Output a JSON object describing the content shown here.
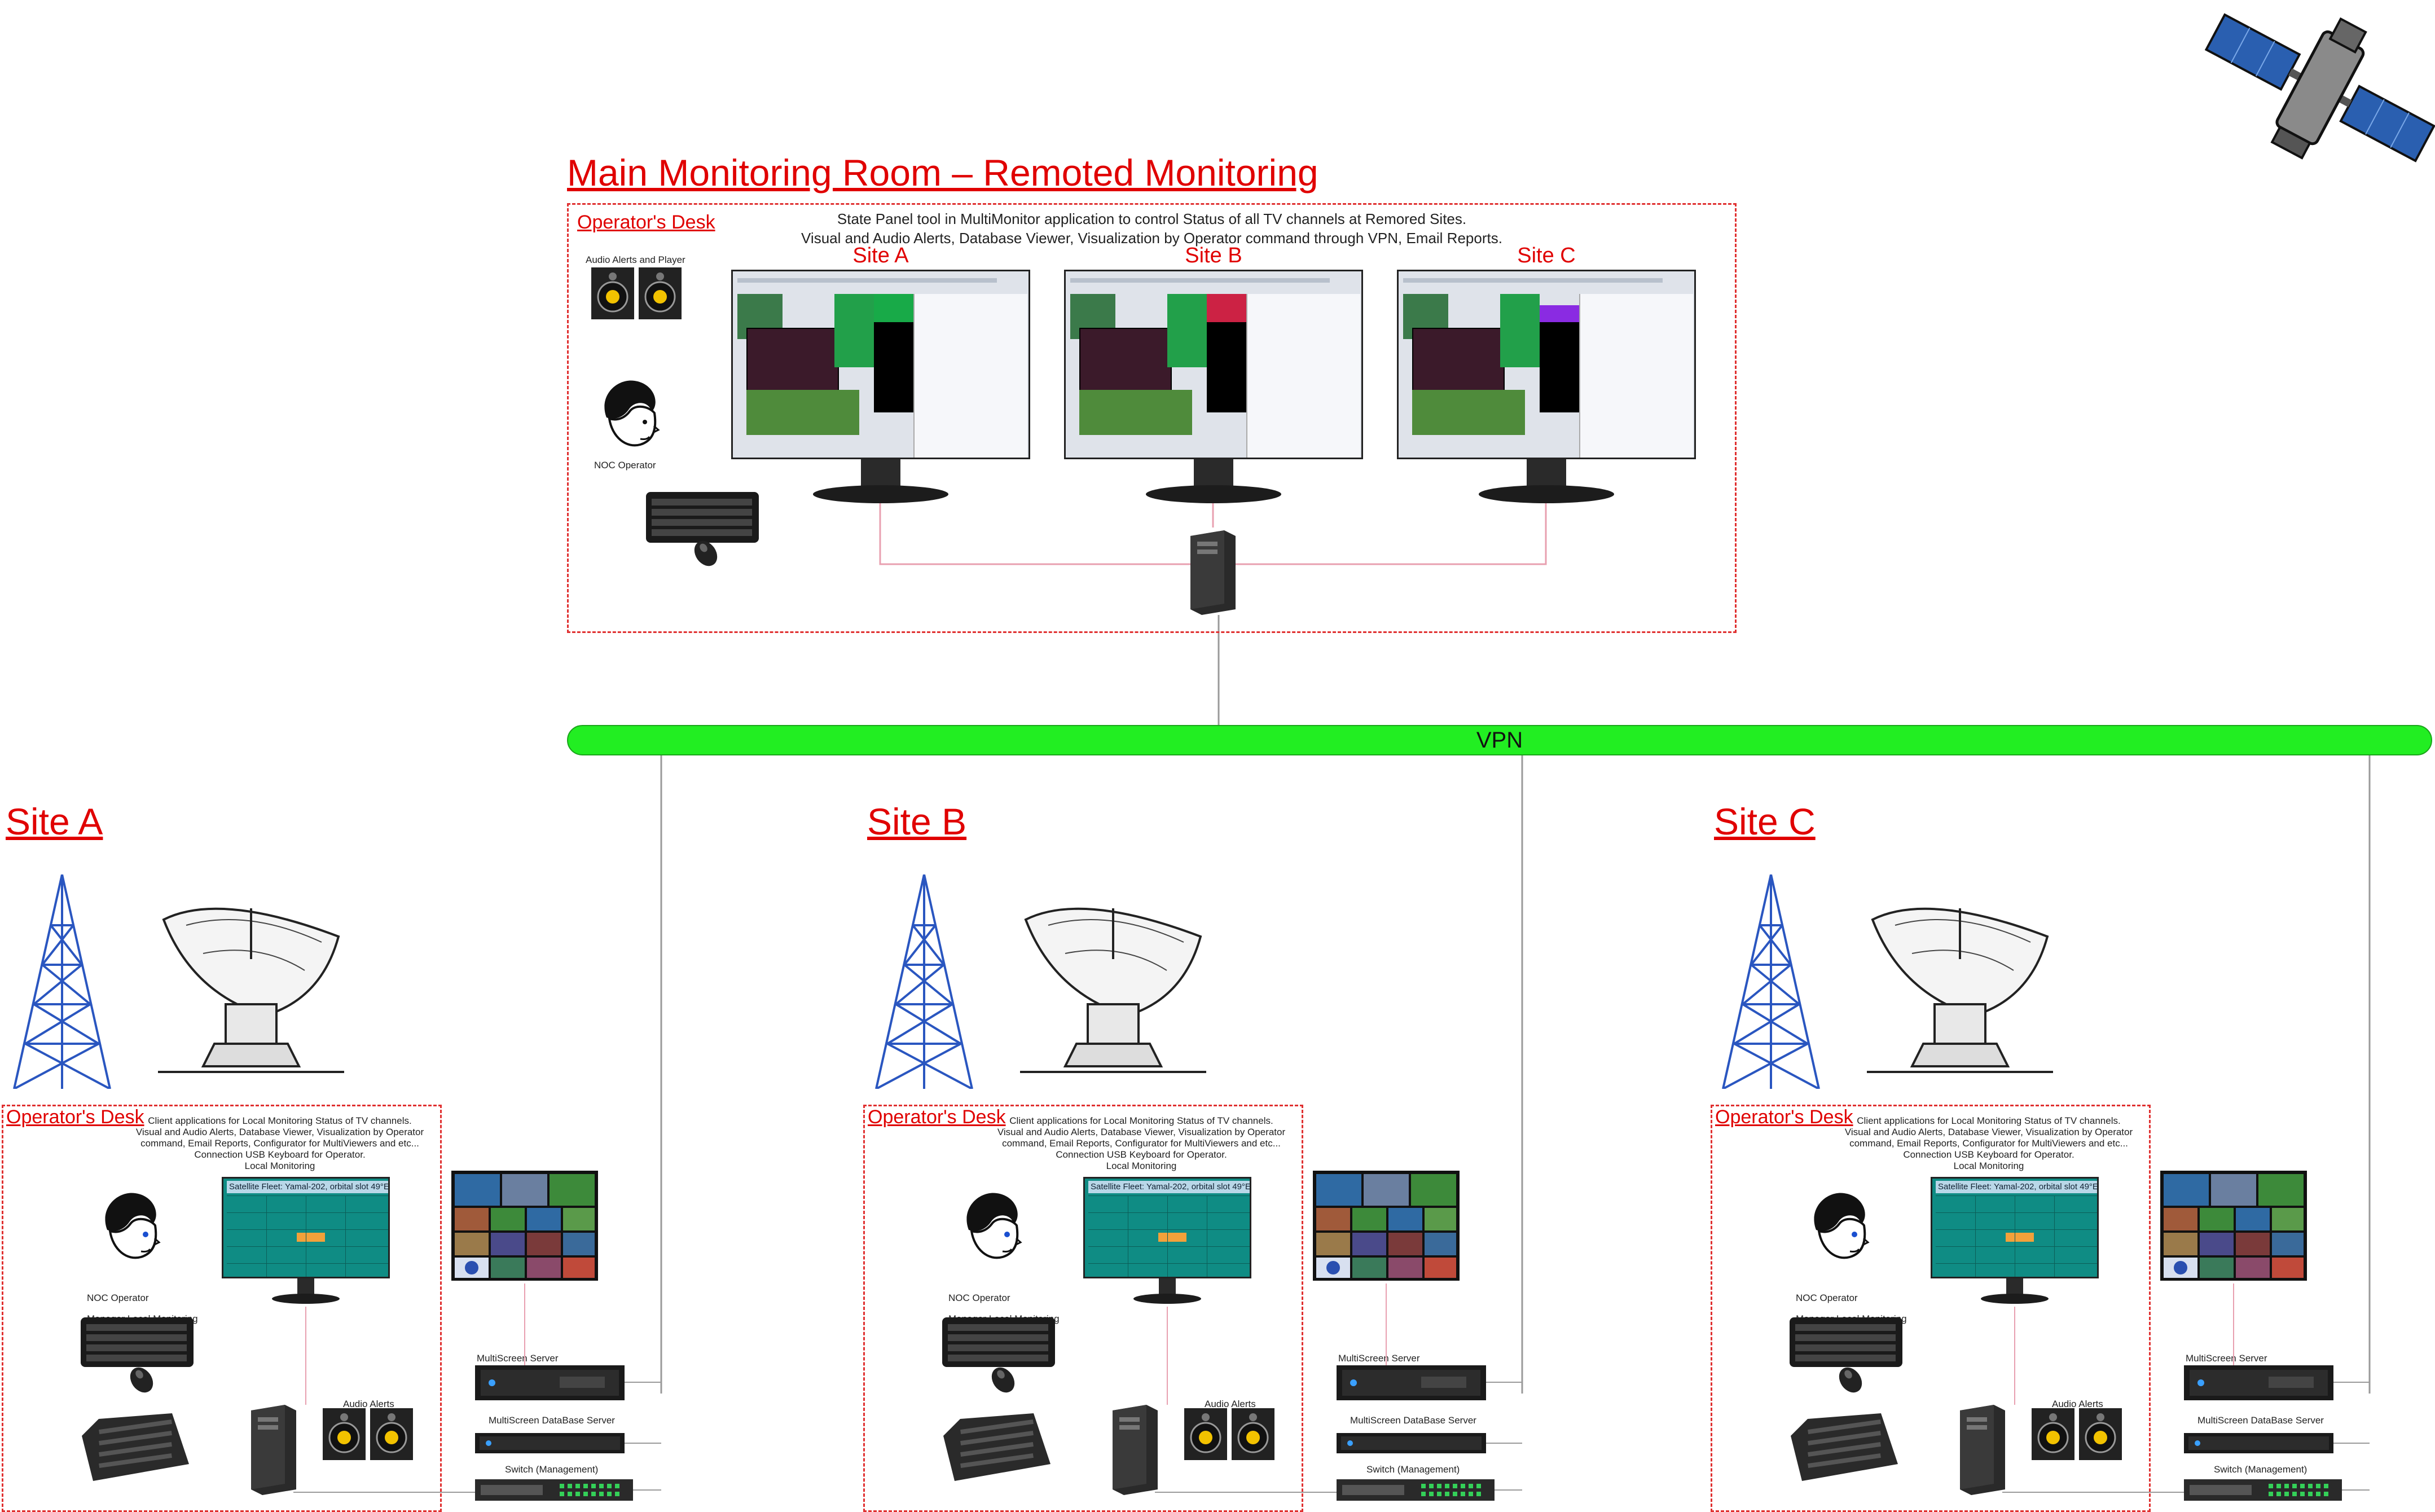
{
  "main_room": {
    "title": "Main Monitoring Room – Remoted Monitoring",
    "desk_label": "Operator's Desk",
    "description_line1": "State Panel tool in MultiMonitor application to control Status of all TV channels at Remored Sites.",
    "description_line2": "Visual and Audio Alerts, Database Viewer, Visualization by Operator command through VPN, Email Reports.",
    "audio_label": "Audio Alerts and Player",
    "operator_label": "NOC Operator",
    "monitors": [
      "Site A",
      "Site B",
      "Site C"
    ]
  },
  "vpn": {
    "label": "VPN"
  },
  "sites": [
    {
      "title": "Site A",
      "desk_label": "Operator's Desk",
      "desc1": "Client applications for Local Monitoring Status of TV channels.",
      "desc2": "Visual and Audio Alerts, Database Viewer, Visualization by Operator",
      "desc3": "command, Email Reports, Configurator for MultiViewers and etc...",
      "desc4": "Connection USB Keyboard for Operator.",
      "local_monitoring": "Local Monitoring",
      "screen_header": "Satellite Fleet: Yamal-202, orbital slot 49°E",
      "operator_label": "NOC Operator",
      "manager_label": "Manager Local Monitoring",
      "audio_alerts": "Audio Alerts",
      "server_label": "MultiScreen Server",
      "db_server_label": "MultiScreen DataBase Server",
      "switch_label": "Switch (Management)"
    },
    {
      "title": "Site B",
      "desk_label": "Operator's Desk",
      "desc1": "Client applications for Local Monitoring Status of TV channels.",
      "desc2": "Visual and Audio Alerts, Database Viewer, Visualization by Operator",
      "desc3": "command, Email Reports, Configurator for MultiViewers and etc...",
      "desc4": "Connection USB Keyboard for Operator.",
      "local_monitoring": "Local Monitoring",
      "screen_header": "Satellite Fleet: Yamal-202, orbital slot 49°E",
      "operator_label": "NOC Operator",
      "manager_label": "Manager Local Monitoring",
      "audio_alerts": "Audio Alerts",
      "server_label": "MultiScreen Server",
      "db_server_label": "MultiScreen DataBase Server",
      "switch_label": "Switch (Management)"
    },
    {
      "title": "Site C",
      "desk_label": "Operator's Desk",
      "desc1": "Client applications for Local Monitoring Status of TV channels.",
      "desc2": "Visual and Audio Alerts, Database Viewer, Visualization by Operator",
      "desc3": "command, Email Reports, Configurator for MultiViewers and etc...",
      "desc4": "Connection USB Keyboard for Operator.",
      "local_monitoring": "Local Monitoring",
      "screen_header": "Satellite Fleet: Yamal-202, orbital slot 49°E",
      "operator_label": "NOC Operator",
      "manager_label": "Manager Local Monitoring",
      "audio_alerts": "Audio Alerts",
      "server_label": "MultiScreen Server",
      "db_server_label": "MultiScreen DataBase Server",
      "switch_label": "Switch (Management)"
    }
  ],
  "colors": {
    "title_red": "#e00000",
    "desk_border": "#e03030",
    "vpn_green": "#22ee22",
    "link_pink": "#e8a0b0",
    "link_grey": "#9a9a9a",
    "screen_teal": "#0f8c84"
  }
}
